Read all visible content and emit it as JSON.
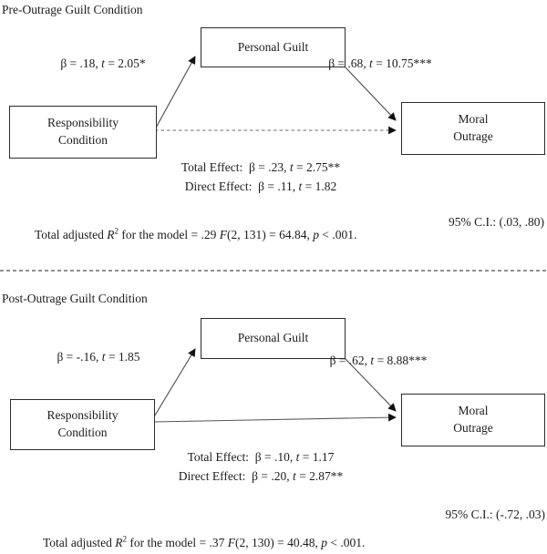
{
  "panels": [
    {
      "title": "Pre-Outrage Guilt Condition",
      "predictor": [
        "Responsibility",
        "Condition"
      ],
      "mediator": "Personal Guilt",
      "outcome": [
        "Moral",
        "Outrage"
      ],
      "path_a": [
        {
          "t": "β = .18, "
        },
        {
          "t": "t",
          "i": true
        },
        {
          "t": " = 2.05*"
        }
      ],
      "path_b": [
        {
          "t": "β = .68, "
        },
        {
          "t": "t",
          "i": true
        },
        {
          "t": " = 10.75***"
        }
      ],
      "total_effect": [
        {
          "t": "Total Effect:  β = .23, "
        },
        {
          "t": "t",
          "i": true
        },
        {
          "t": " = 2.75**"
        }
      ],
      "direct_effect": [
        {
          "t": "Direct Effect:  β = .11, "
        },
        {
          "t": "t",
          "i": true
        },
        {
          "t": " = 1.82"
        }
      ],
      "ci": "95% C.I.: (.03, .80)",
      "r2": [
        {
          "t": "Total adjusted "
        },
        {
          "t": "R",
          "i": true
        },
        {
          "t": "2",
          "sup": true
        },
        {
          "t": " for the model = .29 "
        },
        {
          "t": "F",
          "i": true
        },
        {
          "t": "(2, 131) = 64.84, "
        },
        {
          "t": "p",
          "i": true
        },
        {
          "t": " < .001."
        }
      ],
      "direct_path_style": "dashed"
    },
    {
      "title": "Post-Outrage Guilt Condition",
      "predictor": [
        "Responsibility",
        "Condition"
      ],
      "mediator": "Personal Guilt",
      "outcome": [
        "Moral",
        "Outrage"
      ],
      "path_a": [
        {
          "t": "β = -.16, "
        },
        {
          "t": "t",
          "i": true
        },
        {
          "t": " = 1.85"
        }
      ],
      "path_b": [
        {
          "t": "β = .62, "
        },
        {
          "t": "t",
          "i": true
        },
        {
          "t": " = 8.88***"
        }
      ],
      "total_effect": [
        {
          "t": "Total Effect:  β = .10, "
        },
        {
          "t": "t",
          "i": true
        },
        {
          "t": " = 1.17"
        }
      ],
      "direct_effect": [
        {
          "t": "Direct Effect:  β = .20, "
        },
        {
          "t": "t",
          "i": true
        },
        {
          "t": " = 2.87**"
        }
      ],
      "ci": "95% C.I.: (-.72, .03)",
      "r2": [
        {
          "t": "Total adjusted "
        },
        {
          "t": "R",
          "i": true
        },
        {
          "t": "2",
          "sup": true
        },
        {
          "t": " for the model = .37 "
        },
        {
          "t": "F",
          "i": true
        },
        {
          "t": "(2, 130) = 40.48, "
        },
        {
          "t": "p",
          "i": true
        },
        {
          "t": " < .001."
        }
      ],
      "direct_path_style": "solid"
    }
  ],
  "colors": {
    "text": "#1c1c1c",
    "box_border": "#2b2b2b",
    "arrow_line": "#4a4a4a",
    "dashed_line": "#6b6b6b",
    "arrowhead": "#111111",
    "divider": "#222222"
  }
}
